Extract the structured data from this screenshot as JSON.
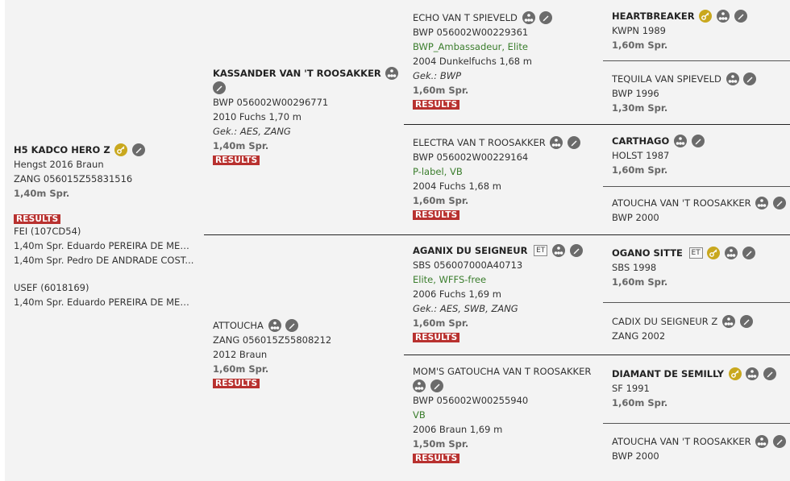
{
  "g0": {
    "name": "H5 KADCO HERO Z",
    "l1": "Hengst 2016 Braun",
    "l2": "ZANG 056015Z55831516",
    "l3": "1,40m Spr.",
    "results": "RESULTS",
    "fei_title": "FEI (107CD54)",
    "fei_1": "1,40m Spr. Eduardo PEREIRA DE MEN...",
    "fei_2": "1,40m Spr. Pedro DE ANDRADE COST...",
    "usef_title": "USEF (6018169)",
    "usef_1": "1,40m Spr. Eduardo PEREIRA DE MEN..."
  },
  "g1a": {
    "name": "KASSANDER VAN 'T ROOSAKKER",
    "l1": "BWP 056002W00296771",
    "l2": "2010 Fuchs 1,70 m",
    "l3": "Gek.: AES, ZANG",
    "l4": "1,40m Spr.",
    "results": "RESULTS"
  },
  "g1b": {
    "name": "ATTOUCHA",
    "l1": "ZANG 056015Z55808212",
    "l2": "2012 Braun",
    "l3": "1,60m Spr.",
    "results": "RESULTS"
  },
  "g2a": {
    "name": "ECHO VAN T SPIEVELD",
    "l1": "BWP 056002W00229361",
    "l2": "BWP_Ambassadeur, Elite",
    "l3": "2004 Dunkelfuchs 1,68 m",
    "l4": "Gek.: BWP",
    "l5": "1,60m Spr.",
    "results": "RESULTS"
  },
  "g2b": {
    "name": "ELECTRA VAN T ROOSAKKER",
    "l1": "BWP 056002W00229164",
    "l2": "P-label, VB",
    "l3": "2004 Fuchs 1,68 m",
    "l4": "1,60m Spr.",
    "results": "RESULTS"
  },
  "g2c": {
    "name": "AGANIX DU SEIGNEUR",
    "et": "ET",
    "l1": "SBS 056007000A40713",
    "l2": "Elite, WFFS-free",
    "l3": "2006 Fuchs 1,69 m",
    "l4": "Gek.: AES, SWB, ZANG",
    "l5": "1,60m Spr.",
    "results": "RESULTS"
  },
  "g2d": {
    "name": "MOM'S GATOUCHA VAN T ROOSAKKER",
    "l1": "BWP 056002W00255940",
    "l2": "VB",
    "l3": "2006 Braun 1,69 m",
    "l4": "1,50m Spr.",
    "results": "RESULTS"
  },
  "g3": [
    {
      "name": "HEARTBREAKER",
      "l1": "KWPN 1989",
      "l2": "1,60m Spr."
    },
    {
      "name": "TEQUILA VAN SPIEVELD",
      "l1": "BWP 1996",
      "l2": "1,30m Spr."
    },
    {
      "name": "CARTHAGO",
      "l1": "HOLST 1987",
      "l2": "1,60m Spr."
    },
    {
      "name": "ATOUCHA VAN 'T ROOSAKKER",
      "l1": "BWP 2000",
      "l2": ""
    },
    {
      "name": "OGANO SITTE",
      "et": "ET",
      "l1": "SBS 1998",
      "l2": "1,60m Spr."
    },
    {
      "name": "CADIX DU SEIGNEUR Z",
      "l1": "ZANG 2002",
      "l2": ""
    },
    {
      "name": "DIAMANT DE SEMILLY",
      "l1": "SF 1991",
      "l2": "1,60m Spr."
    },
    {
      "name": "ATOUCHA VAN 'T ROOSAKKER",
      "l1": "BWP 2000",
      "l2": ""
    }
  ],
  "colors": {
    "results_bg": "#b8312f",
    "green_text": "#3a7d2c",
    "gold_icon": "#c9a81e",
    "grey_icon": "#6b6b6b"
  },
  "icons": [
    "offspring-icon",
    "edit-icon",
    "key-icon"
  ]
}
